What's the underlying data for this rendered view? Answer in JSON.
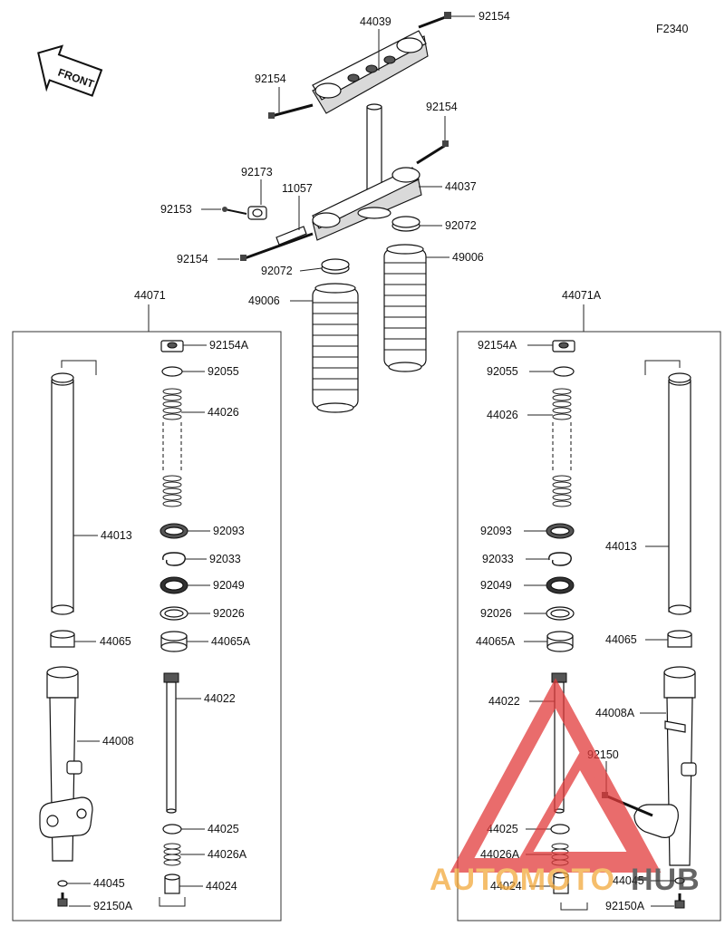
{
  "figure_code": "F2340",
  "front_label": "FRONT",
  "assembly_left": "44071",
  "assembly_right": "44071A",
  "callouts": {
    "bracket_upper": "44039",
    "bolt_upper_right": "92154",
    "bolt_upper_left": "92154",
    "bolt_mid_right": "92154",
    "stem_lower": "44037",
    "clamp_bracket": "92173",
    "hose_guide": "11057",
    "screw_small": "92153",
    "bolt_lower_left": "92154",
    "band_right": "92072",
    "band_left": "92072",
    "boot_right": "49006",
    "boot_left": "49006"
  },
  "left_parts": {
    "cap_bolt": "92154A",
    "o_ring": "92055",
    "spring": "44026",
    "inner_tube": "44013",
    "dust_seal": "92093",
    "circlip": "92033",
    "oil_seal": "92049",
    "washer": "92026",
    "bush_upper": "44065",
    "bush_lower": "44065A",
    "outer_tube": "44008",
    "piston_rod": "44022",
    "ring": "44025",
    "rebound_spring": "44026A",
    "gasket": "44045",
    "seat": "44024",
    "bottom_bolt": "92150A"
  },
  "right_parts": {
    "cap_bolt": "92154A",
    "o_ring": "92055",
    "spring": "44026",
    "dust_seal": "92093",
    "circlip": "92033",
    "oil_seal": "92049",
    "washer": "92026",
    "bush_lower": "44065A",
    "inner_tube": "44013",
    "bush_upper": "44065",
    "piston_rod": "44022",
    "outer_tube": "44008A",
    "bolt": "92150",
    "ring": "44025",
    "rebound_spring": "44026A",
    "seat": "44024",
    "gasket": "44045",
    "bottom_bolt": "92150A"
  },
  "watermark": {
    "part1": "AUTOMOTO",
    "part2": "HUB",
    "color1": "#f2a93b",
    "color2": "#333333",
    "triangle_color": "#e23b3b"
  }
}
